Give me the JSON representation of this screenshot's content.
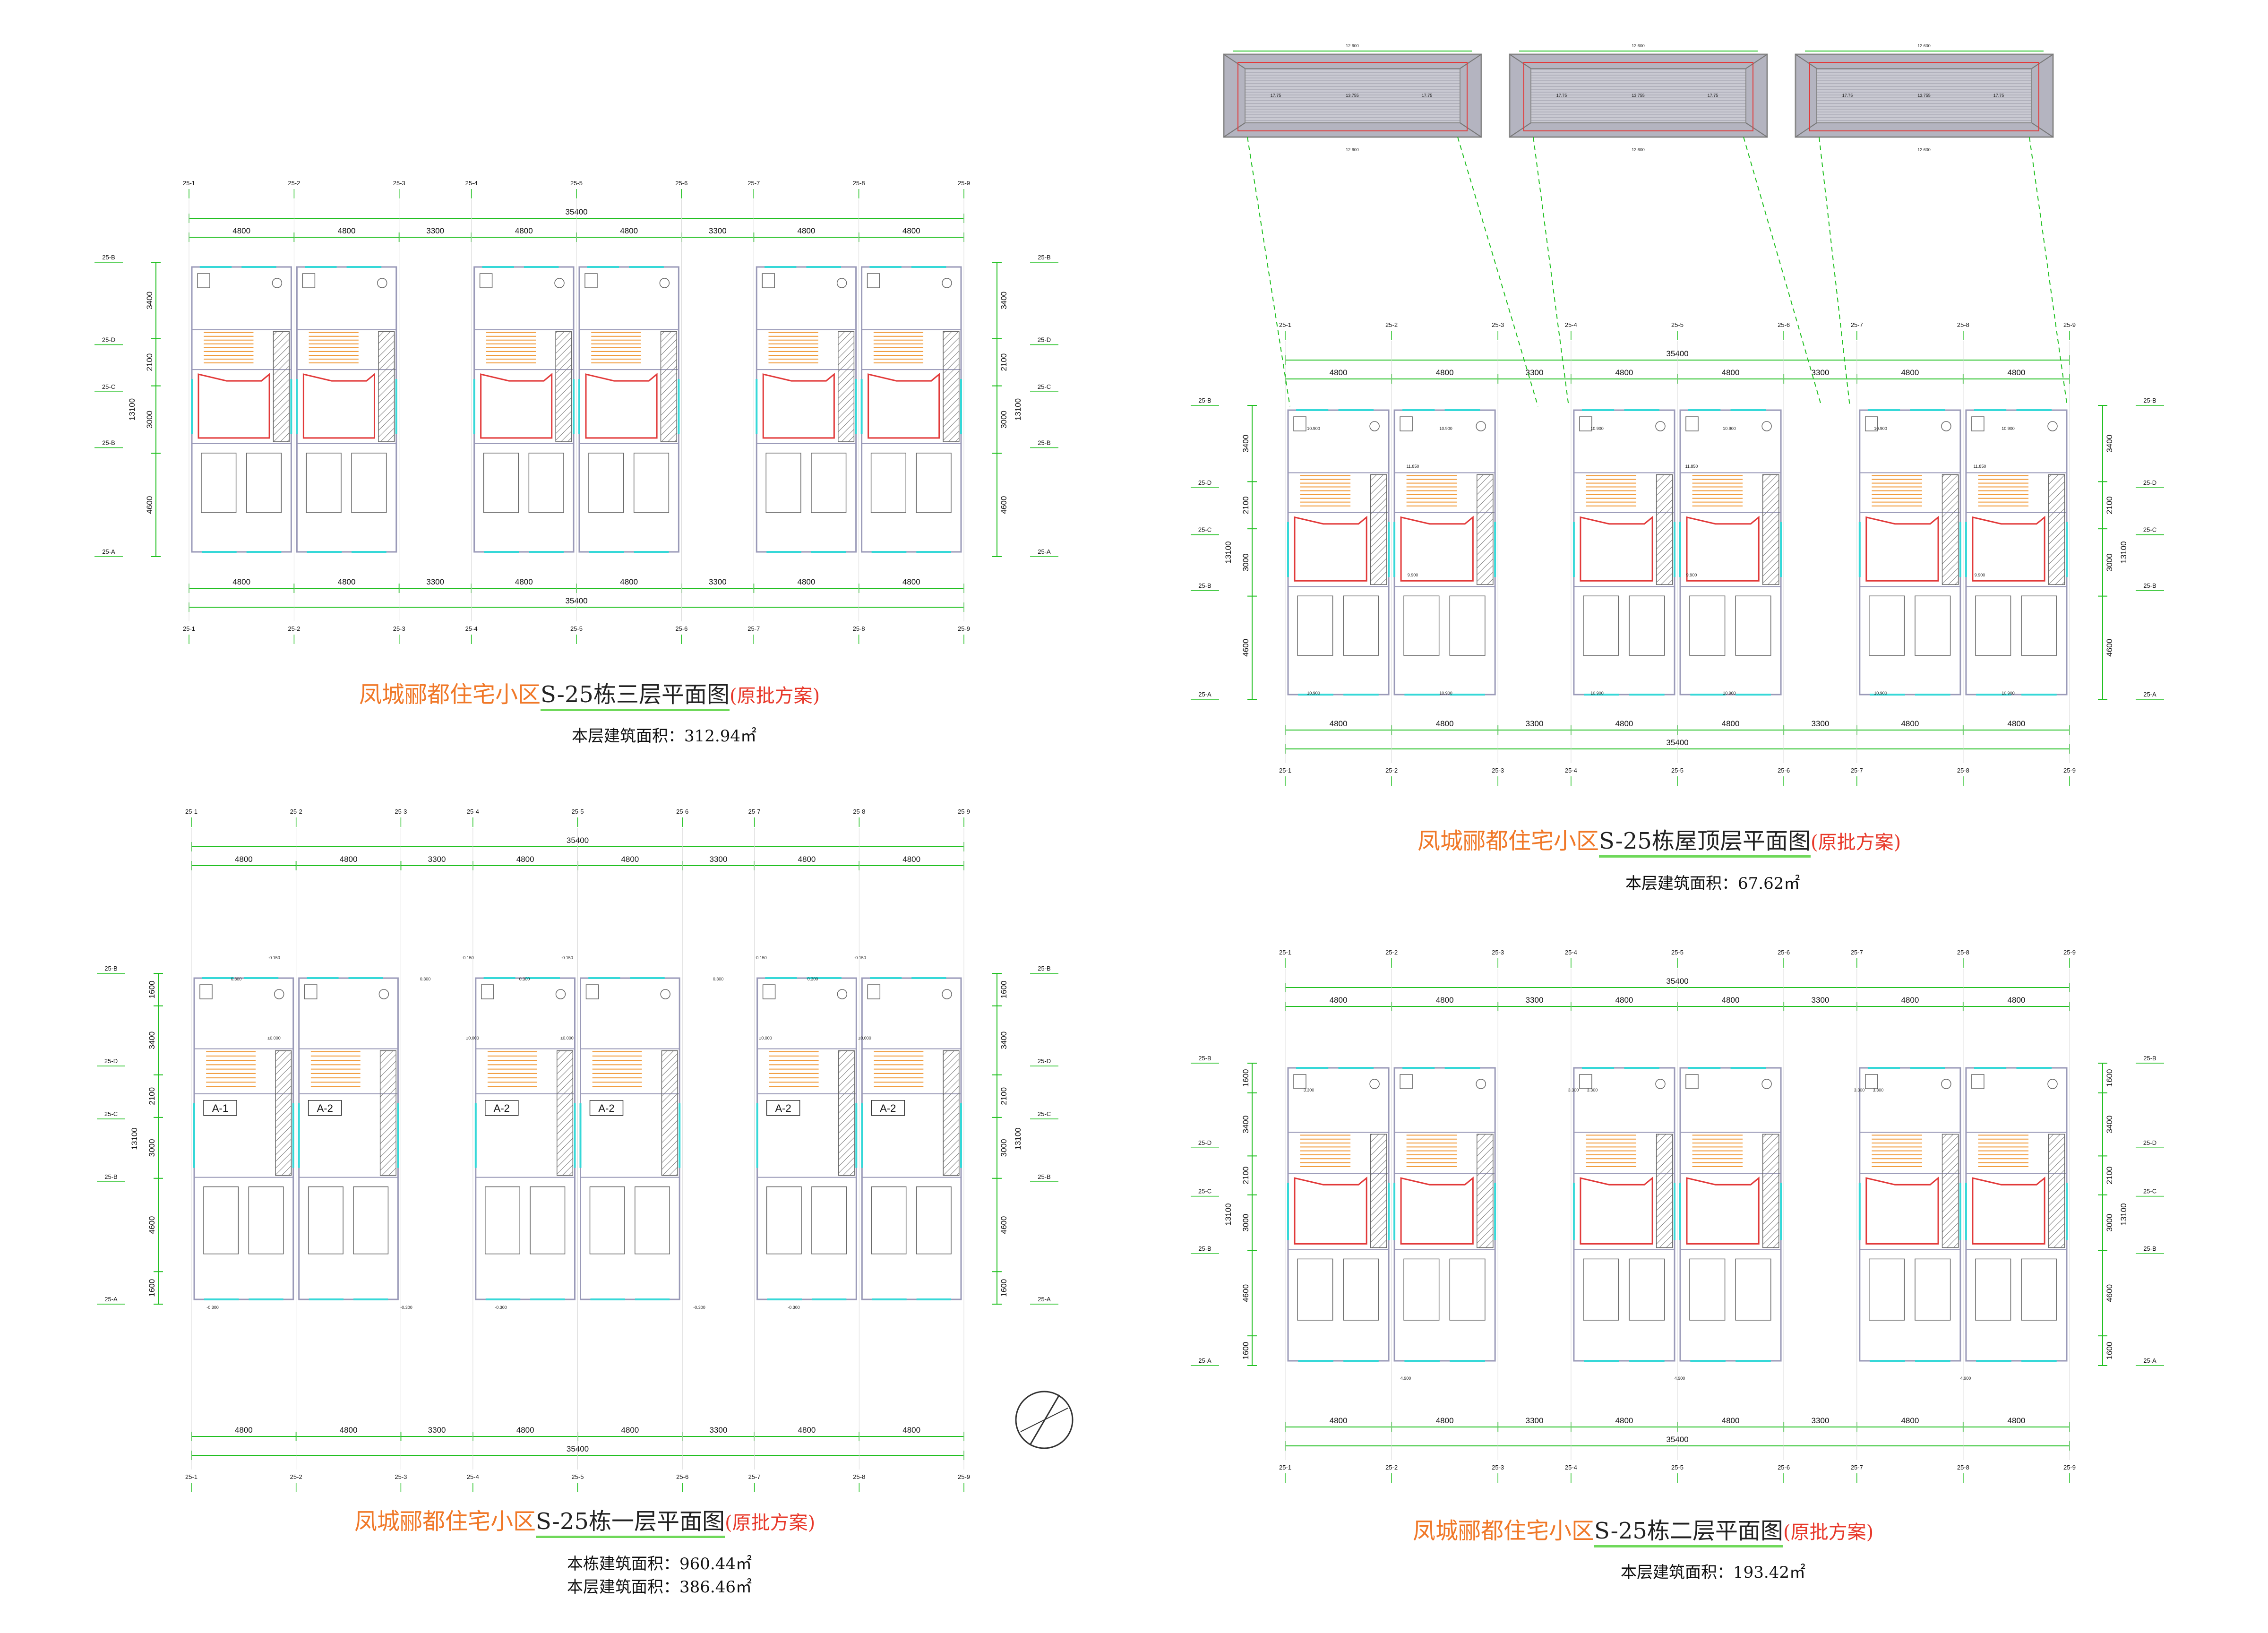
{
  "colors": {
    "dimension_lines": "#22c022",
    "walls": "#9a9ab8",
    "window_lines": "#36d8d8",
    "red_outline": "#e23a3a",
    "hatch": "#888888",
    "caption_orange": "#f07828",
    "caption_red": "#e8382a",
    "caption_underline": "#6fd85a"
  },
  "plans": [
    {
      "id": "floor3",
      "title_project": "凤城郦都住宅小区",
      "title_plan": "S-25栋三层平面图",
      "title_note": "(原批方案)",
      "area_lines": [
        "本层建筑面积：312.94㎡"
      ],
      "axis_labels": [
        "25-1",
        "25-2",
        "25-3",
        "25-4",
        "25-5",
        "25-6",
        "25-7",
        "25-8",
        "25-9"
      ],
      "overall_dim": "35400",
      "dims_top": [
        "4800",
        "4800",
        "3300",
        "4800",
        "4800",
        "3300",
        "4800",
        "4800"
      ],
      "dims_left": [
        "3400",
        "2100",
        "3000",
        "4600"
      ],
      "total_vertical": "13100"
    },
    {
      "id": "roof",
      "title_project": "凤城郦都住宅小区",
      "title_plan": "S-25栋屋顶层平面图",
      "title_note": "(原批方案)",
      "area_lines": [
        "本层建筑面积：67.62㎡"
      ],
      "axis_labels": [
        "25-1",
        "25-2",
        "25-3",
        "25-4",
        "25-5",
        "25-6",
        "25-7",
        "25-8",
        "25-9"
      ],
      "overall_dim": "35400",
      "dims_top": [
        "4800",
        "4800",
        "3300",
        "4800",
        "4800",
        "3300",
        "4800",
        "4800"
      ],
      "dims_left": [
        "3400",
        "2100",
        "3000",
        "4600"
      ],
      "total_vertical": "13100",
      "roof_elevations": [
        "12.600",
        "13.755",
        "17.75",
        "10.900",
        "11.850",
        "9.900"
      ]
    },
    {
      "id": "floor1",
      "title_project": "凤城郦都住宅小区",
      "title_plan": "S-25栋一层平面图",
      "title_note": "(原批方案)",
      "area_lines": [
        "本栋建筑面积：960.44㎡",
        "本层建筑面积：386.46㎡"
      ],
      "axis_labels": [
        "25-1",
        "25-2",
        "25-3",
        "25-4",
        "25-5",
        "25-6",
        "25-7",
        "25-8",
        "25-9"
      ],
      "overall_dim": "35400",
      "dims_top": [
        "4800",
        "4800",
        "3300",
        "4800",
        "4800",
        "3300",
        "4800",
        "4800"
      ],
      "dims_left": [
        "1600",
        "3400",
        "2100",
        "3000",
        "4600",
        "1600"
      ],
      "total_vertical": "13100",
      "unit_labels": [
        "A-1",
        "A-2",
        "A-2",
        "A-2",
        "A-2",
        "A-2"
      ],
      "elevations": [
        "±0.000",
        "-0.150",
        "-0.300",
        "0.300"
      ]
    },
    {
      "id": "floor2",
      "title_project": "凤城郦都住宅小区",
      "title_plan": "S-25栋二层平面图",
      "title_note": "(原批方案)",
      "area_lines": [
        "本层建筑面积：193.42㎡"
      ],
      "axis_labels": [
        "25-1",
        "25-2",
        "25-3",
        "25-4",
        "25-5",
        "25-6",
        "25-7",
        "25-8",
        "25-9"
      ],
      "overall_dim": "35400",
      "dims_top": [
        "4800",
        "4800",
        "3300",
        "4800",
        "4800",
        "3300",
        "4800",
        "4800"
      ],
      "dims_left": [
        "1600",
        "3400",
        "2100",
        "3000",
        "4600",
        "1600"
      ],
      "total_vertical": "13100",
      "elevations": [
        "3.300",
        "4.900"
      ]
    }
  ]
}
